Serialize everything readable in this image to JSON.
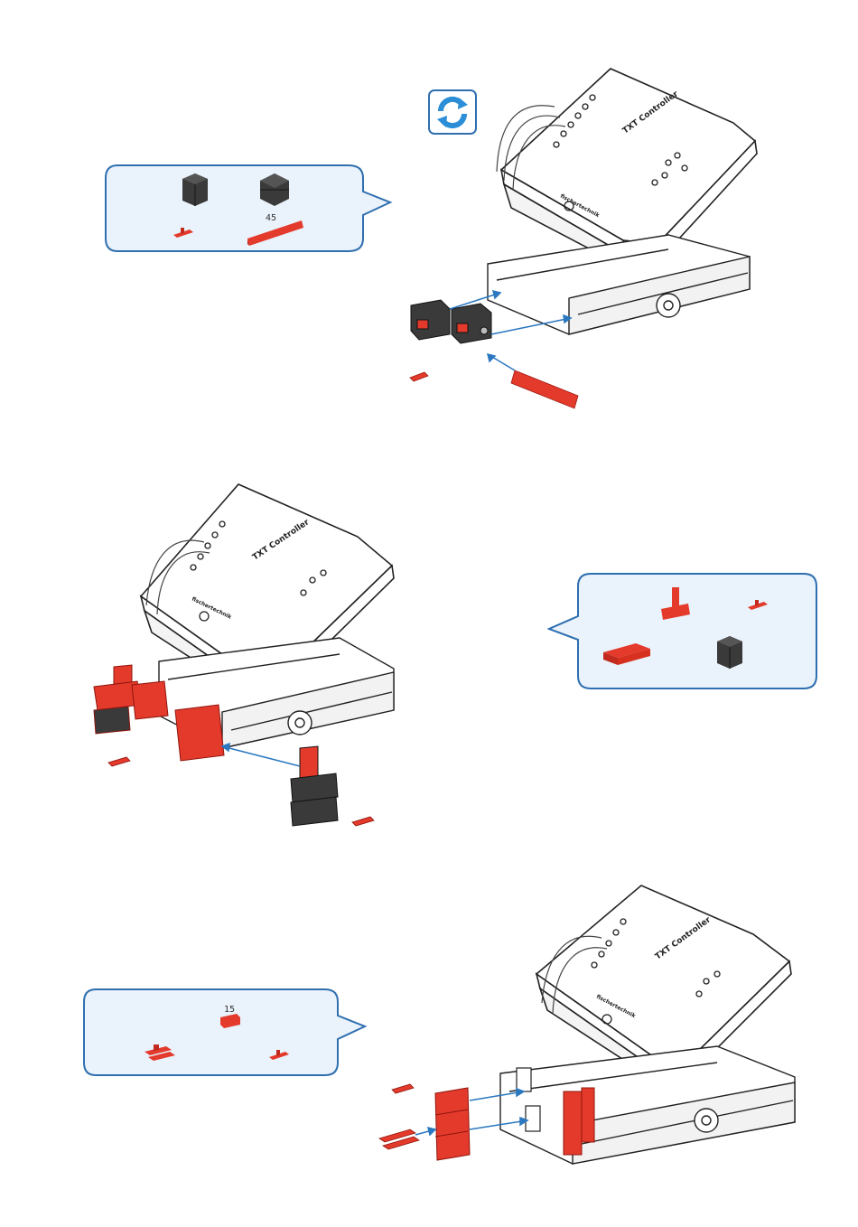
{
  "step1": {
    "parts_callout": {
      "length_label": "45"
    },
    "controller": {
      "brand_text": "TXT Controller",
      "sub_text": "fischertechnik"
    }
  },
  "step2": {
    "controller": {
      "brand_text": "TXT Controller",
      "sub_text": "fischertechnik"
    }
  },
  "step3": {
    "parts_callout": {
      "length_label": "15"
    },
    "controller": {
      "brand_text": "TXT Controller",
      "sub_text": "fischertechnik"
    }
  },
  "colors": {
    "callout_border": "#2f6fb0",
    "callout_fill": "#eaf2fb",
    "part_red": "#e33a2c",
    "part_dark": "#3a3a3a",
    "arrow": "#2b78c0"
  },
  "icons": [
    "rotate-icon"
  ]
}
